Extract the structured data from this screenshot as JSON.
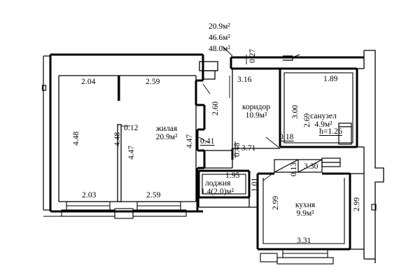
{
  "document": {
    "type": "apartment-floor-plan",
    "language": "ru"
  },
  "summary_areas": {
    "living_area": "20.9м²",
    "total_area_without_balcony": "46.6м²",
    "total_area_with_balcony": "48.0м²"
  },
  "rooms": [
    {
      "key": "zhilaya",
      "name": "жилая",
      "area": "20.9м²",
      "extra": ""
    },
    {
      "key": "koridor",
      "name": "коридор",
      "area": "10.9м²",
      "extra": ""
    },
    {
      "key": "sanuzel",
      "name": "санузел",
      "area": "4.9м²",
      "extra": "h=1.26"
    },
    {
      "key": "kuhnya",
      "name": "кухня",
      "area": "9.9м²",
      "extra": ""
    },
    {
      "key": "lodzhiya",
      "name": "лоджия",
      "area": "1.4(2.0)м²",
      "extra": ""
    }
  ],
  "dimensions": {
    "d_2_04": "2.04",
    "d_2_59_top": "2.59",
    "d_4_48_left": "4.48",
    "d_4_48_mid": "4.48",
    "d_4_47_mid": "4.47",
    "d_0_12": "0.12",
    "d_4_47_right": "4.47",
    "d_2_03": "2.03",
    "d_2_59_bottom": "2.59",
    "d_2_60": "2.60",
    "d_0_41": "0.41",
    "d_0_27": "0.27",
    "d_3_16": "3.16",
    "d_1_89": "1.89",
    "d_3_00": "3.00",
    "d_2_69": "2.69",
    "d_0_18": "0.18",
    "d_0_13": "0.13",
    "d_3_30": "3.30",
    "d_0_48": "0.48",
    "d_3_71": "3.71",
    "d_1_95": "1.95",
    "d_1_01": "1.01",
    "d_2_99_left": "2.99",
    "d_2_99_right": "2.99",
    "d_3_31": "3.31"
  },
  "colors": {
    "wall": "#000000",
    "background": "#ffffff",
    "text": "#000000"
  }
}
